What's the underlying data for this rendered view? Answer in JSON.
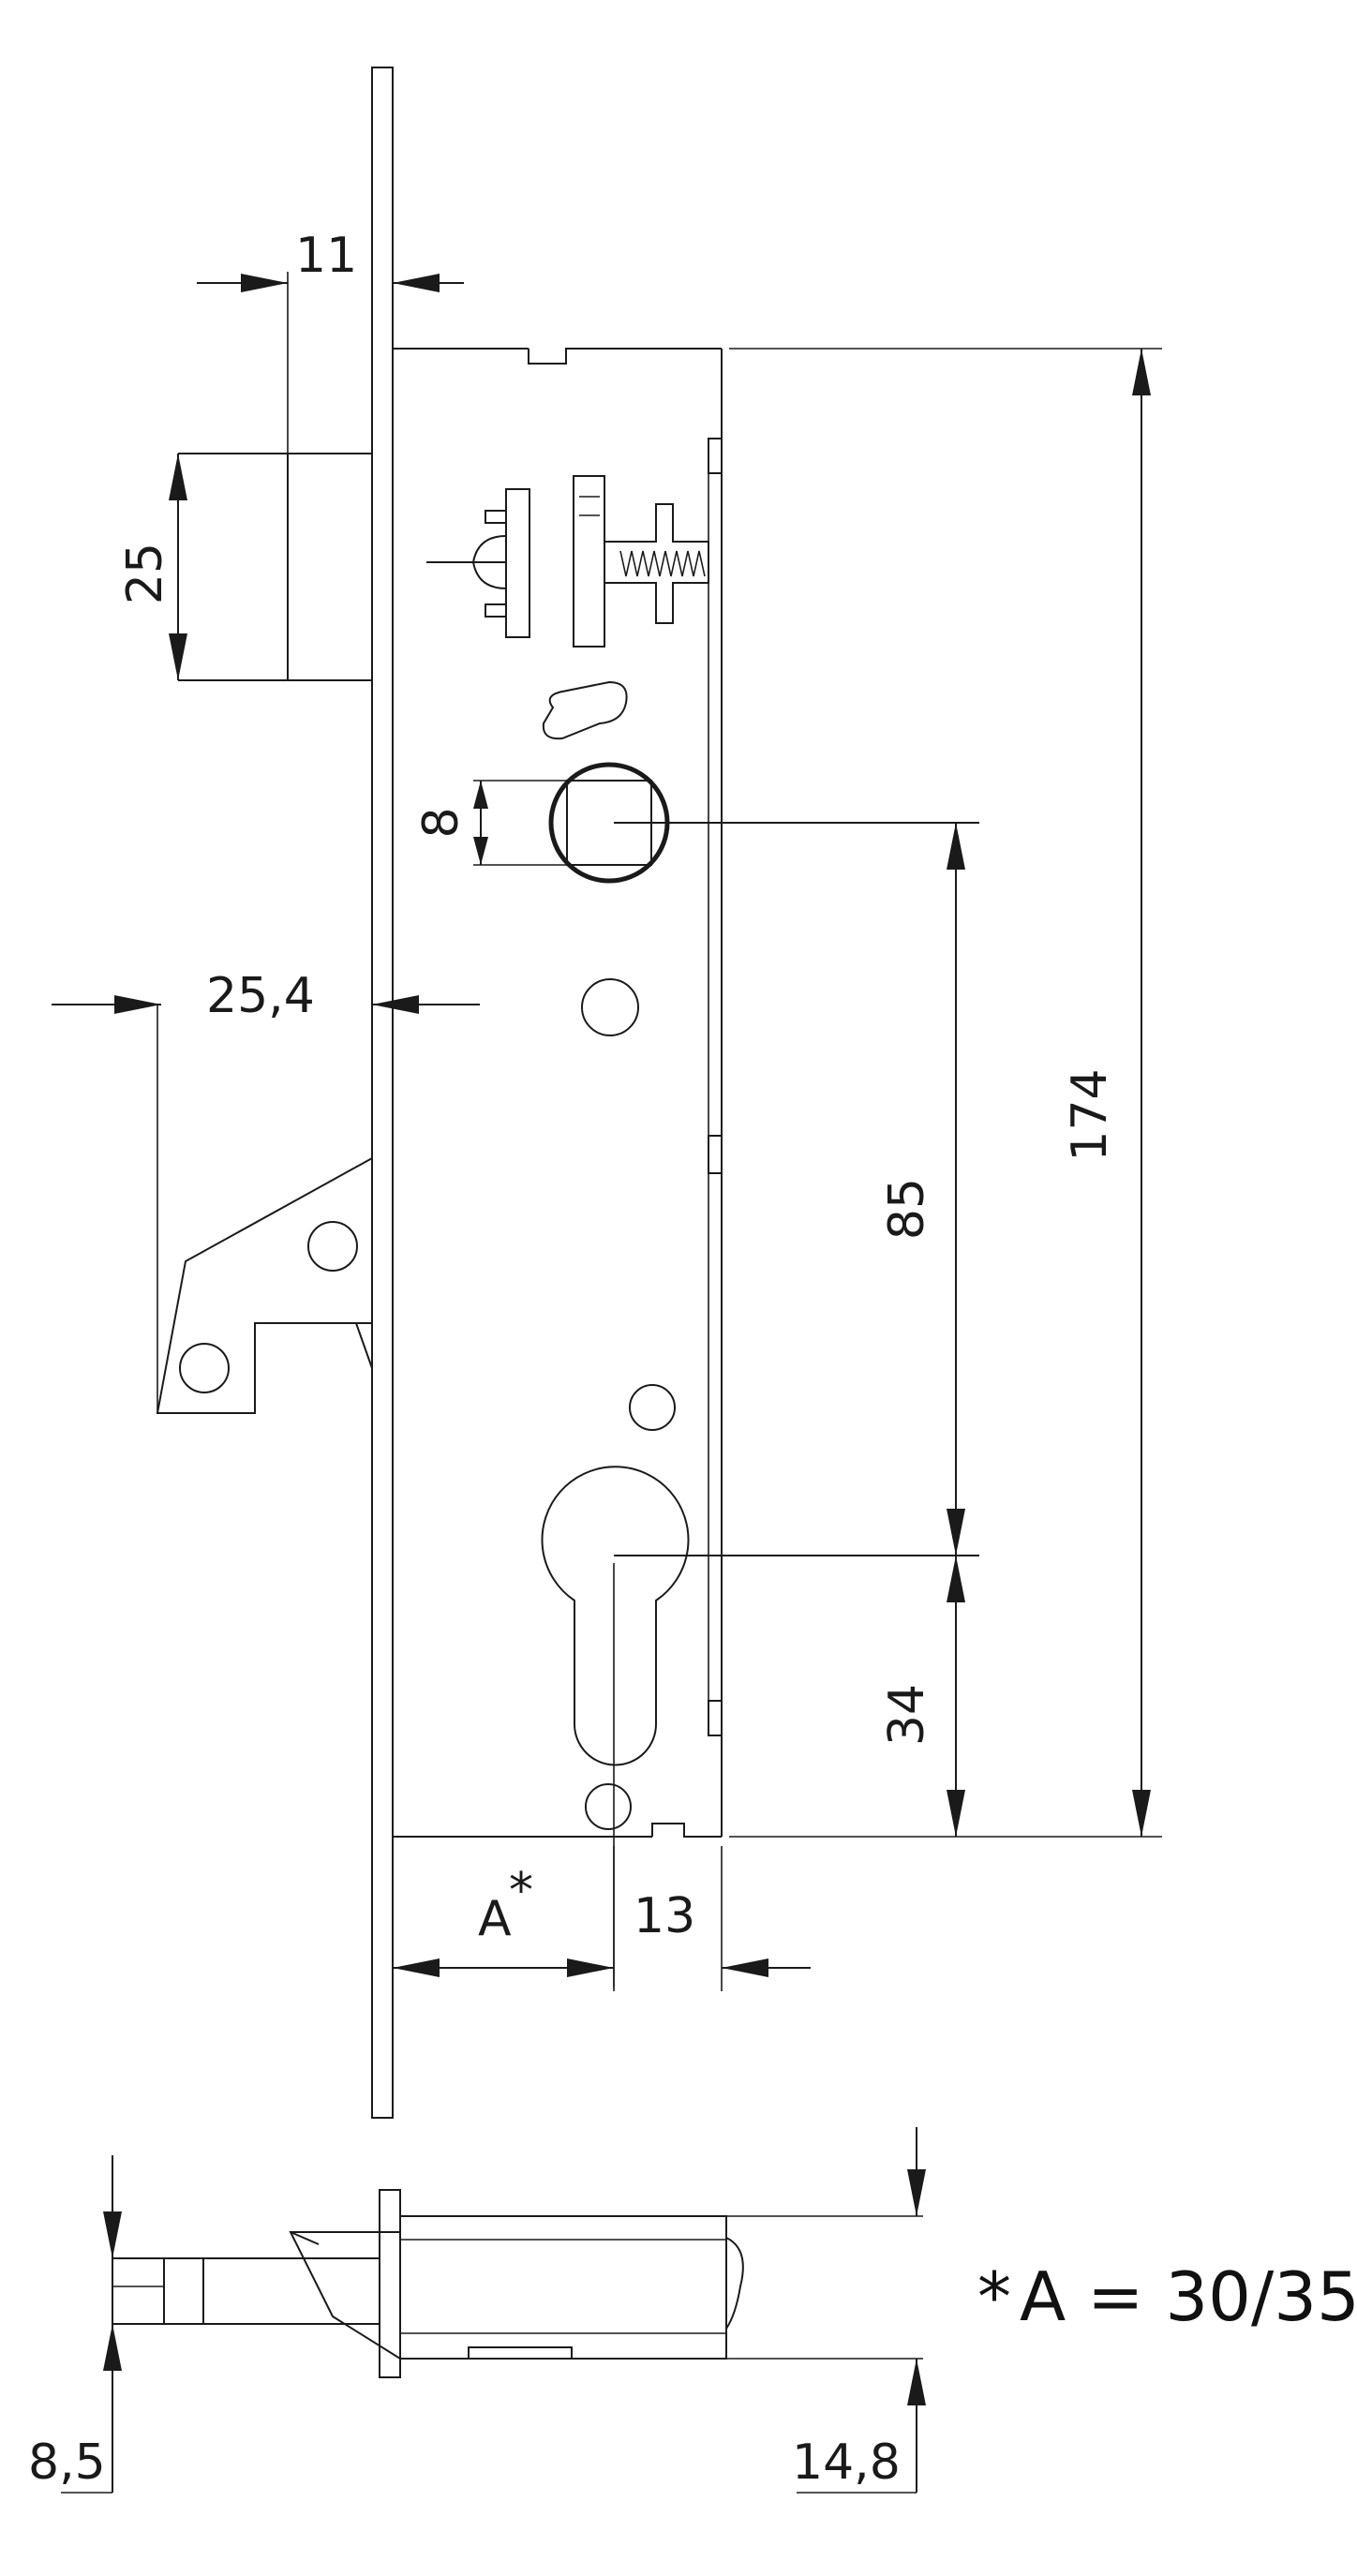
{
  "dimensions": {
    "d11": "11",
    "d25": "25",
    "d8": "8",
    "d25_4": "25,4",
    "d174": "174",
    "d85": "85",
    "d34": "34",
    "dA": "A",
    "dA_star": "*",
    "d13": "13",
    "d8_5": "8,5",
    "d14_8": "14,8"
  },
  "note": {
    "star": "*",
    "text": "A = 30/35"
  }
}
